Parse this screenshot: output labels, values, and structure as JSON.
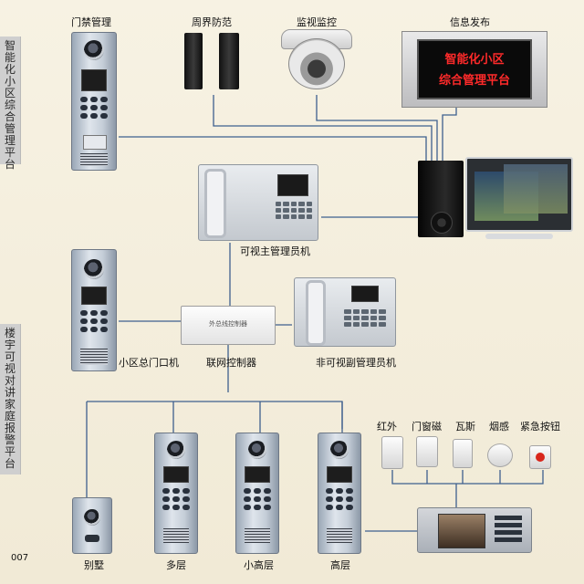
{
  "page_number": "007",
  "side_tabs": {
    "top": "智能化小区综合管理平台",
    "bottom": "楼宇可视对讲家庭报警平台"
  },
  "labels": {
    "access_control": "门禁管理",
    "perimeter": "周界防范",
    "surveillance": "监视监控",
    "info_release": "信息发布",
    "video_main_console": "可视主管理员机",
    "entrance_unit": "小区总门口机",
    "network_controller": "联网控制器",
    "nonvideo_sub_console": "非可视副管理员机",
    "infrared": "红外",
    "door_magnet": "门窗磁",
    "gas": "瓦斯",
    "smoke": "烟感",
    "emergency_button": "紧急按钮",
    "villa": "别墅",
    "multi_storey": "多层",
    "small_high_rise": "小高层",
    "high_rise": "高层"
  },
  "led_sign": {
    "line1": "智能化小区",
    "line2": "综合管理平台"
  },
  "controller_box_text": "外总线控制器",
  "colors": {
    "wire": "#3e5f8e",
    "led_text": "#ff2a2a",
    "tab_bg": "#cfcfcf",
    "page_bg": "#f5f0e1"
  }
}
